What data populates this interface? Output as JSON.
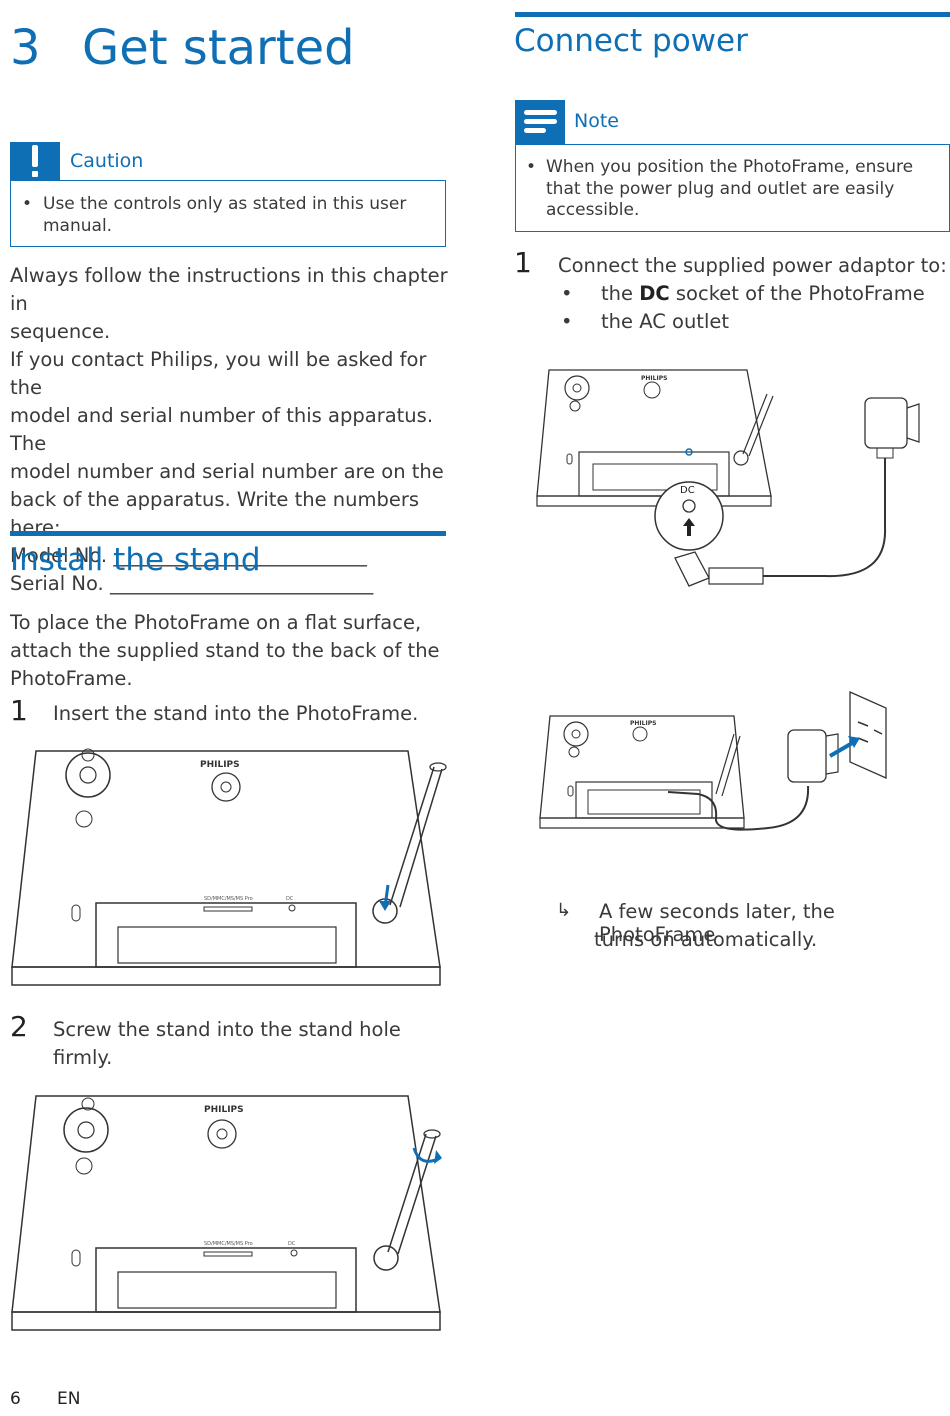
{
  "chapter": {
    "number": "3",
    "title": "Get started"
  },
  "caution": {
    "label": "Caution",
    "bullet": "•",
    "text_line1": "Use the controls only as stated in this user",
    "text_line2": "manual."
  },
  "intro": {
    "lines": [
      "Always follow the instructions in this chapter in",
      "sequence.",
      "If you contact Philips, you will be asked for the",
      "model and serial number of this apparatus. The",
      "model number and serial number are on the",
      "back of the apparatus. Write the numbers here:",
      "Model No. __________________________",
      "Serial No. ___________________________"
    ]
  },
  "install_stand": {
    "title": "Install the stand",
    "intro_lines": [
      "To place the PhotoFrame on a flat surface,",
      "attach the supplied stand to the back of the",
      "PhotoFrame."
    ],
    "step1_num": "1",
    "step1_text": "Insert the stand into the PhotoFrame.",
    "step2_num": "2",
    "step2_line1": "Screw the stand into the stand hole",
    "step2_line2": "firmly."
  },
  "connect_power": {
    "title": "Connect power",
    "note_label": "Note",
    "note_bullet": "•",
    "note_lines": [
      "When you position the PhotoFrame, ensure",
      "that the power plug and outlet are easily",
      "accessible."
    ],
    "step1_num": "1",
    "step1_text": "Connect the supplied power adaptor to:",
    "bullet": "•",
    "sub1_pre": "the ",
    "sub1_bold": "DC",
    "sub1_post": " socket of the PhotoFrame",
    "sub2": "the AC outlet",
    "result_arrow": "↳",
    "result_line1": "A few seconds later, the PhotoFrame",
    "result_line2": "turns on automatically."
  },
  "figures": {
    "brand": "PHILIPS",
    "dc_label": "DC",
    "slot_label": "SD/MMC/MS/MS Pro"
  },
  "footer": {
    "page": "6",
    "lang": "EN"
  },
  "colors": {
    "accent": "#0e6fb5",
    "text": "#3a3a3a"
  }
}
